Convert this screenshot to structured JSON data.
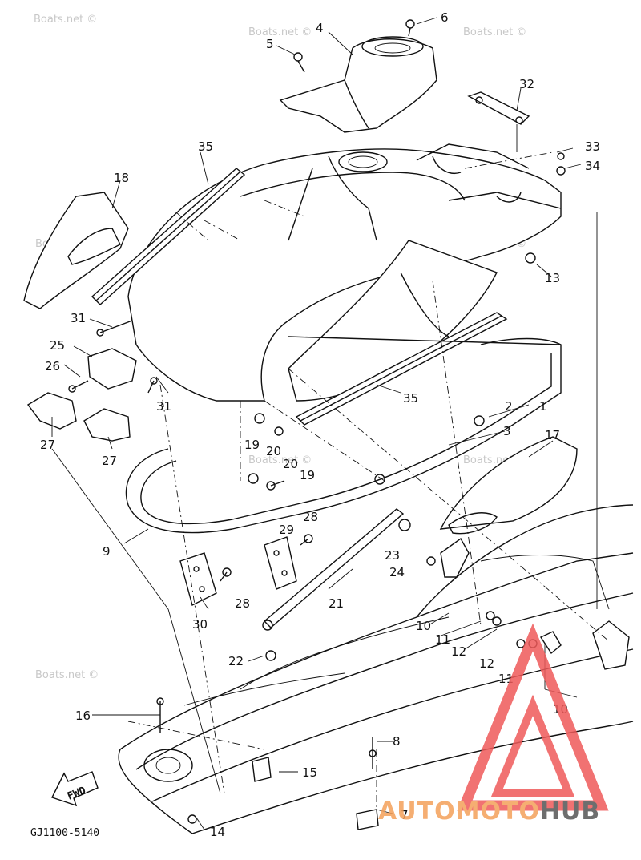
{
  "diagram": {
    "code_label": "GJ1100-5140",
    "fwd_label": "FWD",
    "watermark": "Boats.net ©",
    "brand": {
      "part1": "AUTO",
      "part2": "MOTO",
      "part3": "HUB",
      "color_main": "#f4a05a",
      "color_hub": "#555555",
      "triangle_color": "#ef5a5a"
    },
    "callouts": [
      {
        "id": "c4",
        "label": "4"
      },
      {
        "id": "c6",
        "label": "6"
      },
      {
        "id": "c5",
        "label": "5"
      },
      {
        "id": "c32",
        "label": "32"
      },
      {
        "id": "c35a",
        "label": "35"
      },
      {
        "id": "c33",
        "label": "33"
      },
      {
        "id": "c34",
        "label": "34"
      },
      {
        "id": "c18",
        "label": "18"
      },
      {
        "id": "c13",
        "label": "13"
      },
      {
        "id": "c31a",
        "label": "31"
      },
      {
        "id": "c25",
        "label": "25"
      },
      {
        "id": "c26",
        "label": "26"
      },
      {
        "id": "c31b",
        "label": "31"
      },
      {
        "id": "c35b",
        "label": "35"
      },
      {
        "id": "c2",
        "label": "2"
      },
      {
        "id": "c1",
        "label": "1"
      },
      {
        "id": "c27a",
        "label": "27"
      },
      {
        "id": "c27b",
        "label": "27"
      },
      {
        "id": "c19a",
        "label": "19"
      },
      {
        "id": "c20a",
        "label": "20"
      },
      {
        "id": "c3",
        "label": "3"
      },
      {
        "id": "c17",
        "label": "17"
      },
      {
        "id": "c20b",
        "label": "20"
      },
      {
        "id": "c19b",
        "label": "19"
      },
      {
        "id": "c28a",
        "label": "28"
      },
      {
        "id": "c29",
        "label": "29"
      },
      {
        "id": "c9",
        "label": "9"
      },
      {
        "id": "c23",
        "label": "23"
      },
      {
        "id": "c24",
        "label": "24"
      },
      {
        "id": "c28b",
        "label": "28"
      },
      {
        "id": "c21",
        "label": "21"
      },
      {
        "id": "c30",
        "label": "30"
      },
      {
        "id": "c10a",
        "label": "10"
      },
      {
        "id": "c11a",
        "label": "11"
      },
      {
        "id": "c12a",
        "label": "12"
      },
      {
        "id": "c22",
        "label": "22"
      },
      {
        "id": "c12b",
        "label": "12"
      },
      {
        "id": "c11b",
        "label": "11"
      },
      {
        "id": "c10b",
        "label": "10"
      },
      {
        "id": "c16",
        "label": "16"
      },
      {
        "id": "c8",
        "label": "8"
      },
      {
        "id": "c15",
        "label": "15"
      },
      {
        "id": "c7",
        "label": "7"
      },
      {
        "id": "c14",
        "label": "14"
      }
    ]
  }
}
